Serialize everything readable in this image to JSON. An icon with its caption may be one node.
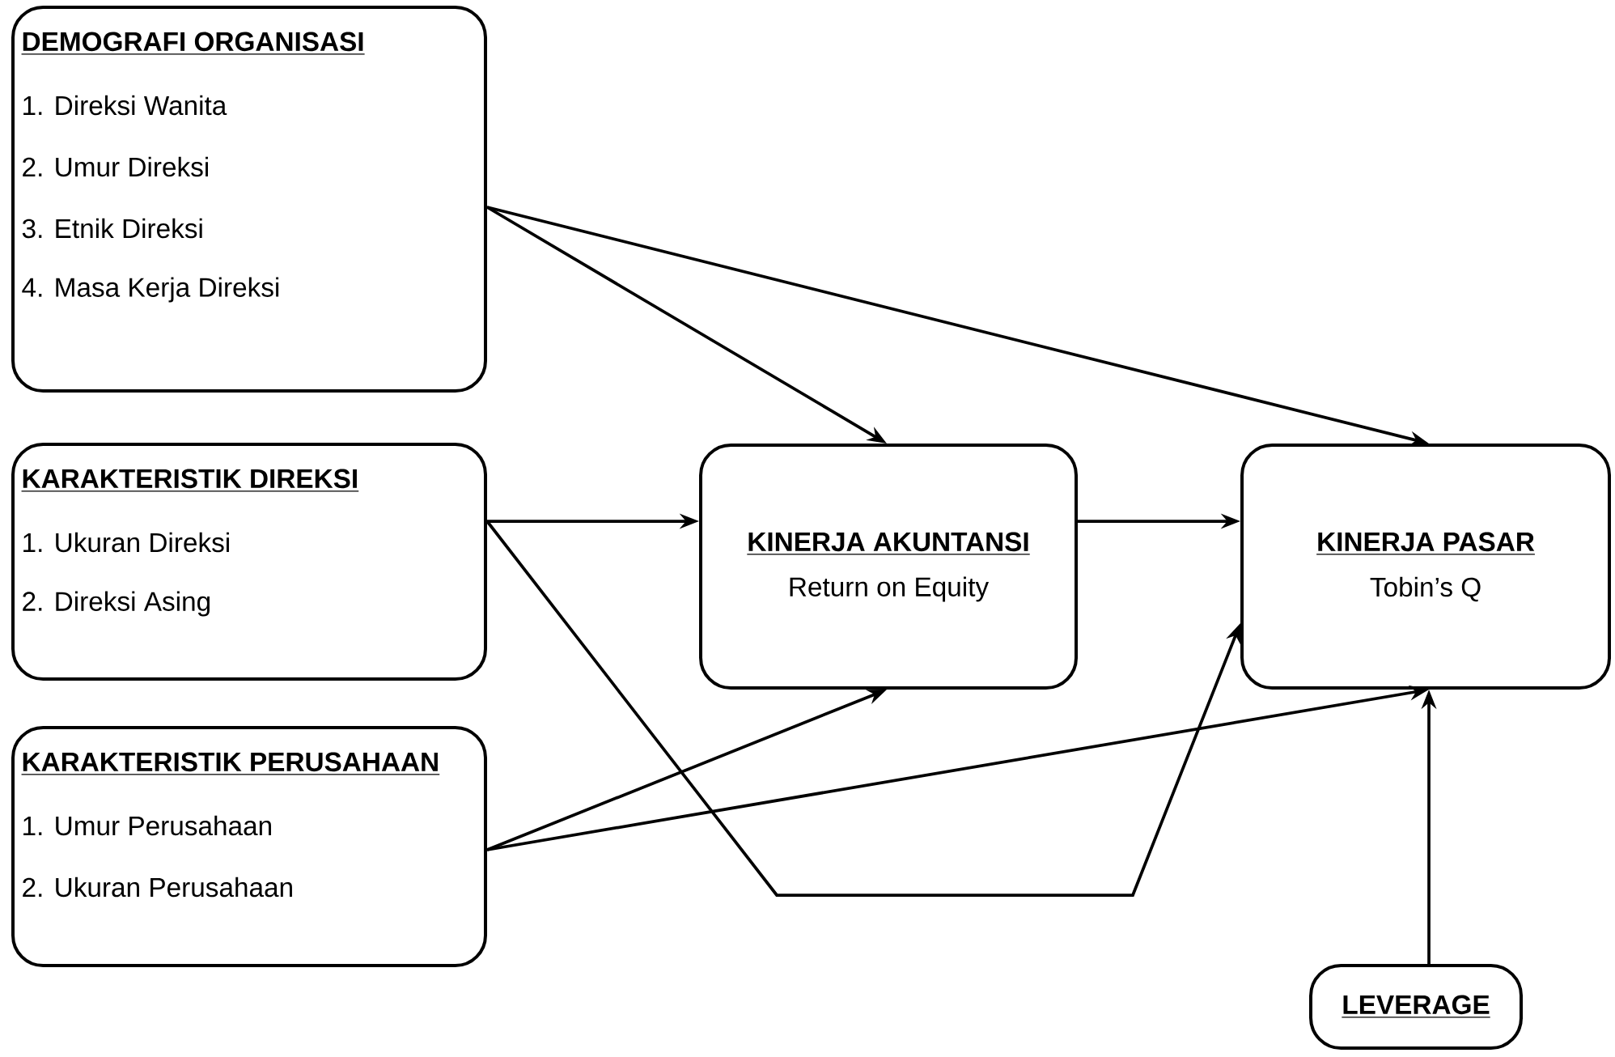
{
  "diagram": {
    "nodes": [
      {
        "text": [
          "DEMOGRAFI ORGANISASI",
          "1. Direksi Wanita",
          "2. Umur Direksi",
          "3. Etnik Direksi",
          "4. Masa Kerja Direksi"
        ]
      },
      {
        "text": [
          "KARAKTERISTIK DIREKSI",
          "1. Ukuran Direksi",
          "2. Direksi Asing"
        ]
      },
      {
        "text": [
          "KARAKTERISTIK PERUSAHAAN",
          "1. Umur Perusahaan",
          "2. Ukuran Perusahaan"
        ]
      },
      {
        "text": [
          "KINERJA AKUNTANSI",
          "Return on Equity"
        ]
      },
      {
        "text": [
          "KINERJA PASAR",
          "Tobin’s Q"
        ]
      },
      {
        "text": [
          "LEVERAGE"
        ]
      }
    ],
    "edges": [
      {
        "from": 0,
        "to": 3,
        "arrow": "to"
      },
      {
        "from": 0,
        "to": 4,
        "arrow": "to"
      },
      {
        "from": 1,
        "to": 3,
        "arrow": "to"
      },
      {
        "from": 3,
        "to": 4,
        "arrow": "to"
      },
      {
        "from": 1,
        "to": 4,
        "arrow": "to"
      },
      {
        "from": 2,
        "to": 3,
        "arrow": "to"
      },
      {
        "from": 2,
        "to": 4,
        "arrow": "to"
      },
      {
        "from": 5,
        "to": 4,
        "arrow": "to"
      }
    ]
  }
}
